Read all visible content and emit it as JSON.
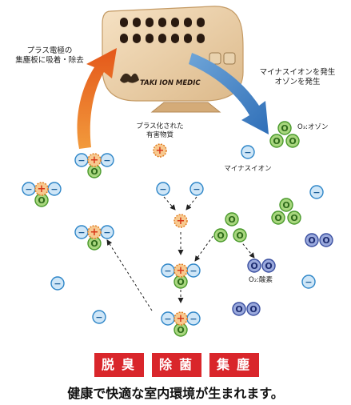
{
  "device": {
    "brand": "TAKI ION MEDIC"
  },
  "labels": {
    "plus_electrode": [
      "プラス電極の",
      "集塵板に吸着・除去"
    ],
    "minus_ion_ozone": [
      "マイナスイオンを発生",
      "オゾンを発生"
    ],
    "plus_harmful": [
      "プラス化された",
      "有害物質"
    ],
    "minus_ion": "マイナスイオン",
    "ozone": "O₃:オゾン",
    "oxygen": "O₂:酸素"
  },
  "symbols": {
    "minus": "−",
    "plus": "+",
    "o": "O"
  },
  "badges": [
    "脱臭",
    "除菌",
    "集塵"
  ],
  "tagline": "健康で快適な室内環境が生まれます。",
  "colors": {
    "minus_fill": "#cfe6f7",
    "minus_stroke": "#2e86c8",
    "plus_fill": "#f7c98f",
    "plus_stroke": "#e07a1e",
    "o_fill": "#a8d67e",
    "o_stroke": "#4a9a2c",
    "o2_fill": "#9aa9dc",
    "o2_stroke": "#3a4fa0",
    "arrow_orange": "#e86a1c",
    "arrow_blue": "#3d7cc0",
    "badge_red": "#d9262b"
  }
}
